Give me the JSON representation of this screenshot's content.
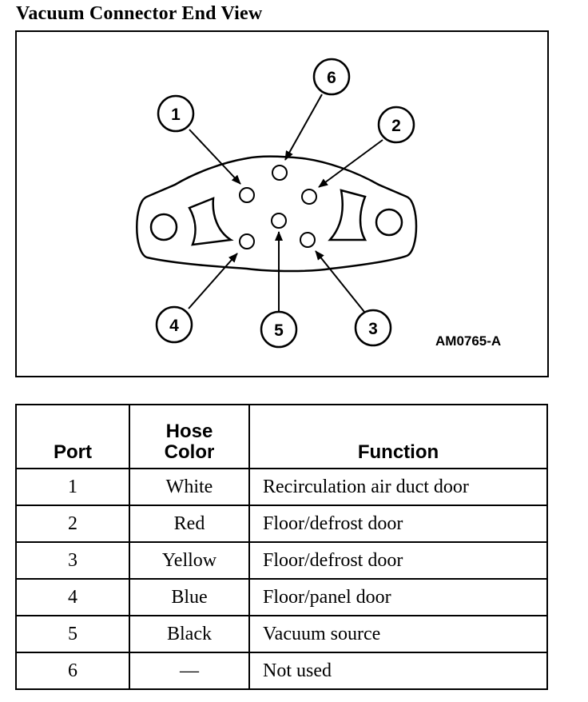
{
  "title": "Vacuum Connector End View",
  "figure": {
    "figure_id": "AM0765-A",
    "callouts": [
      "1",
      "2",
      "3",
      "4",
      "5",
      "6"
    ],
    "colors": {
      "line": "#000000",
      "background": "#ffffff"
    }
  },
  "table": {
    "headers": {
      "port": "Port",
      "hose_color_line1": "Hose",
      "hose_color_line2": "Color",
      "function": "Function"
    },
    "rows": [
      {
        "port": "1",
        "hose_color": "White",
        "function": "Recirculation air duct door"
      },
      {
        "port": "2",
        "hose_color": "Red",
        "function": "Floor/defrost door"
      },
      {
        "port": "3",
        "hose_color": "Yellow",
        "function": "Floor/defrost door"
      },
      {
        "port": "4",
        "hose_color": "Blue",
        "function": "Floor/panel door"
      },
      {
        "port": "5",
        "hose_color": "Black",
        "function": "Vacuum source"
      },
      {
        "port": "6",
        "hose_color": "—",
        "function": "Not used"
      }
    ]
  }
}
